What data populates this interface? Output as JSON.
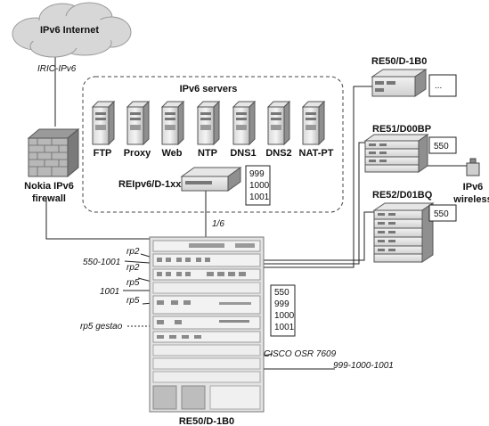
{
  "cloud": {
    "label": "IPv6 Internet"
  },
  "uplink_label": "IRIC-IPv6",
  "firewall": {
    "line1": "Nokia IPv6",
    "line2": "firewall"
  },
  "servers": {
    "group_label": "IPv6 servers",
    "items": [
      "FTP",
      "Proxy",
      "Web",
      "NTP",
      "DNS1",
      "DNS2",
      "NAT-PT"
    ]
  },
  "central_switch": {
    "label": "REIpv6/D-1xx",
    "vlans": [
      "999",
      "1000",
      "1001"
    ]
  },
  "trunk_label": "1/6",
  "remote_sites": [
    {
      "label": "RE50/D-1B0",
      "vlans": [
        "..."
      ]
    },
    {
      "label": "RE51/D00BP",
      "vlans": [
        "550"
      ]
    },
    {
      "label": "RE52/D01BQ",
      "vlans": [
        "550"
      ]
    }
  ],
  "wireless": {
    "line1": "IPv6",
    "line2": "wireless"
  },
  "router": {
    "label": "RE50/D-1B0",
    "model": "CISCO OSR 7609",
    "vlans": [
      "550",
      "999",
      "1000",
      "1001"
    ],
    "vlan_chain": "999-1000-1001"
  },
  "port_labels": {
    "rp2_a": "rp2",
    "vlan_550_1001": "550-1001",
    "rp2_b": "rp2",
    "rp5_a": "rp5",
    "vlan_1001": "1001",
    "rp5_b": "rp5",
    "rp5_gestao": "rp5 gestao"
  }
}
